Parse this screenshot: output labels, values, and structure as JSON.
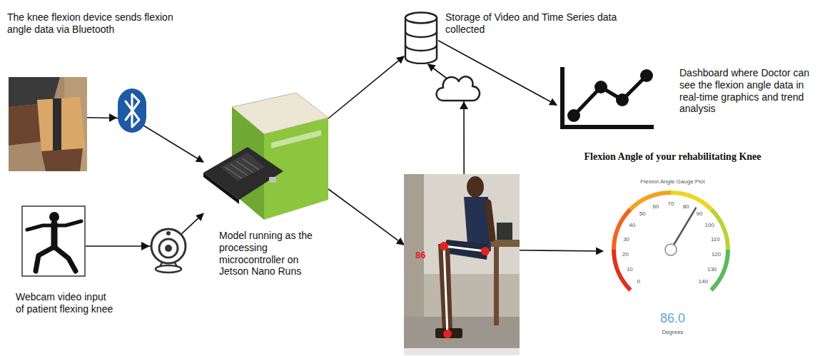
{
  "diagram": {
    "nodes": [
      {
        "text": [
          "The knee flexion device sends flexion angle data via Bluetooth"
        ]
      },
      {
        "text": [
          "Model running as the processing microcontroller on Jetson Nano Runs"
        ]
      },
      {
        "text": [
          "Storage of Video and Time Series data collected"
        ]
      },
      {
        "text": [
          "Dashboard where Doctor can see the flexion angle data in real-time graphics and trend analysis"
        ]
      },
      {
        "text": [
          "Webcam video input of patient flexing knee"
        ]
      },
      {
        "text": [
          "86"
        ]
      },
      {
        "text": [
          "Flexion Angle of your rehabilitating Knee",
          "Flexion Angle Gauge Plot",
          "86.0",
          "Degrees"
        ]
      }
    ],
    "edges": [
      {
        "from": 0,
        "to": 1,
        "arrow": "to"
      },
      {
        "from": 4,
        "to": 1,
        "arrow": "to"
      },
      {
        "from": 1,
        "to": 2,
        "arrow": "to"
      },
      {
        "from": 1,
        "to": 5,
        "arrow": "to"
      },
      {
        "from": 5,
        "to": 2,
        "arrow": "to"
      },
      {
        "from": 2,
        "to": 3,
        "arrow": "to"
      },
      {
        "from": 5,
        "to": 6,
        "arrow": "to"
      }
    ],
    "labels": [
      "0",
      "10",
      "20",
      "30",
      "40",
      "50",
      "60",
      "70",
      "80",
      "90",
      "100",
      "110",
      "120",
      "130",
      "140"
    ]
  }
}
